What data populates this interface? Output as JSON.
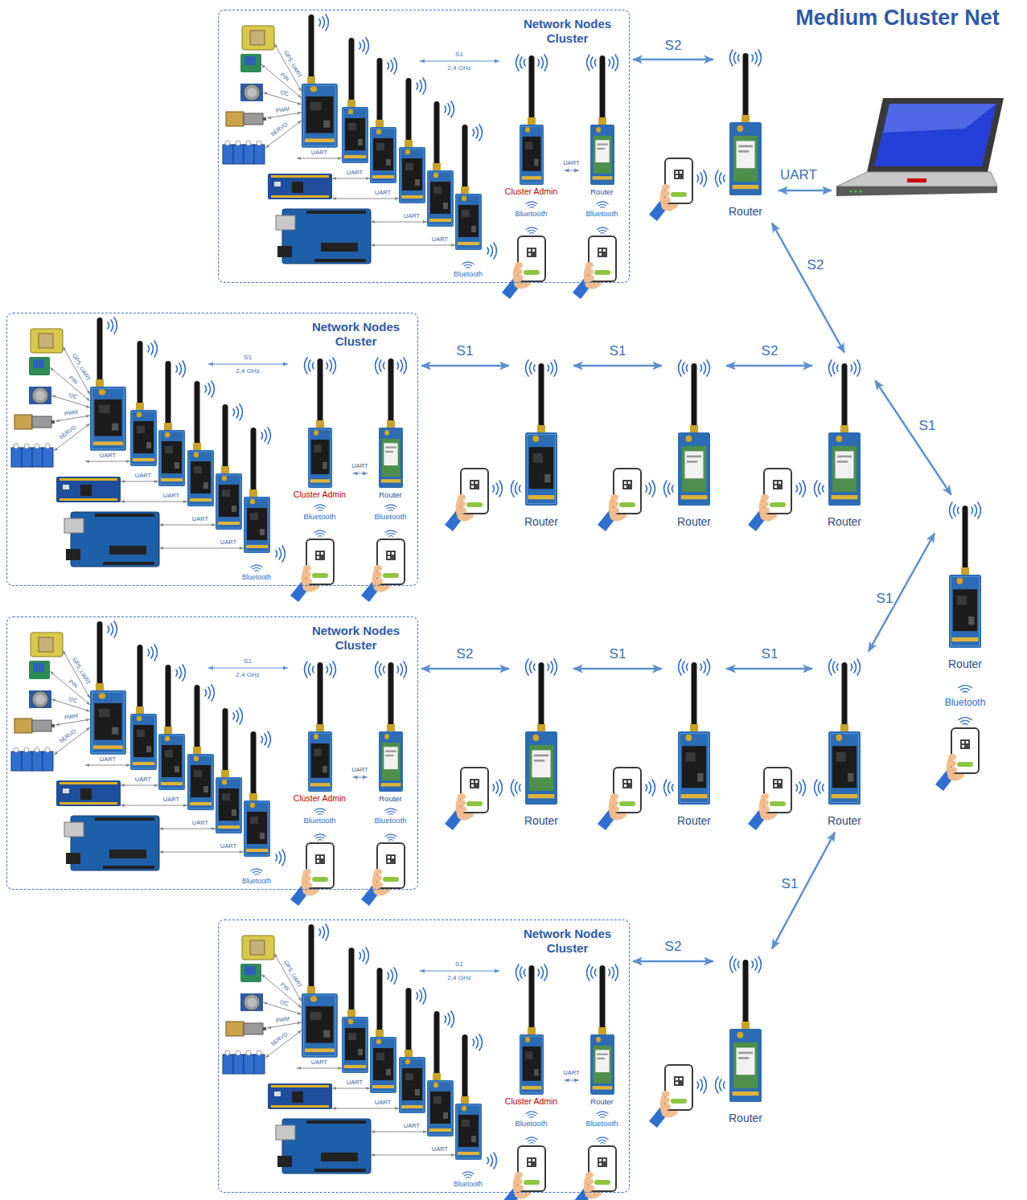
{
  "diagram": {
    "title": "Medium Cluster Net",
    "nodes": [
      {
        "text": [
          "Network Nodes Cluster"
        ]
      },
      {
        "text": [
          "Cluster Admin",
          "Bluetooth"
        ],
        "in": 0
      },
      {
        "text": [
          "Router",
          "Bluetooth"
        ],
        "in": 0
      },
      {
        "text": [
          "Router"
        ]
      },
      {
        "text": [
          "Network Nodes Cluster"
        ]
      },
      {
        "text": [
          "Cluster Admin",
          "Bluetooth"
        ],
        "in": 4
      },
      {
        "text": [
          "Router",
          "Bluetooth"
        ],
        "in": 4
      },
      {
        "text": [
          "Router"
        ]
      },
      {
        "text": [
          "Router"
        ]
      },
      {
        "text": [
          "Router"
        ]
      },
      {
        "text": [
          "Router",
          "Bluetooth"
        ]
      },
      {
        "text": [
          "Network Nodes Cluster"
        ]
      },
      {
        "text": [
          "Cluster Admin",
          "Bluetooth"
        ],
        "in": 11
      },
      {
        "text": [
          "Router",
          "Bluetooth"
        ],
        "in": 11
      },
      {
        "text": [
          "Router"
        ]
      },
      {
        "text": [
          "Router"
        ]
      },
      {
        "text": [
          "Router"
        ]
      },
      {
        "text": [
          "Network Nodes Cluster"
        ]
      },
      {
        "text": [
          "Cluster Admin",
          "Bluetooth"
        ],
        "in": 17
      },
      {
        "text": [
          "Router",
          "Bluetooth"
        ],
        "in": 17
      },
      {
        "text": [
          "Router"
        ]
      }
    ],
    "edges": [
      {
        "from": 0,
        "to": 3,
        "label": "S2",
        "arrow": "both"
      },
      {
        "from": 1,
        "to": 2,
        "label": "UART",
        "arrow": "both"
      },
      {
        "from": 3,
        "to": 9,
        "label": "S2",
        "arrow": "both"
      },
      {
        "from": 4,
        "to": 7,
        "label": "S1",
        "arrow": "both"
      },
      {
        "from": 5,
        "to": 6,
        "label": "UART",
        "arrow": "both"
      },
      {
        "from": 7,
        "to": 8,
        "label": "S1",
        "arrow": "both"
      },
      {
        "from": 8,
        "to": 9,
        "label": "S2",
        "arrow": "both"
      },
      {
        "from": 9,
        "to": 10,
        "label": "S1",
        "arrow": "both"
      },
      {
        "from": 10,
        "to": 16,
        "label": "S1",
        "arrow": "both"
      },
      {
        "from": 11,
        "to": 14,
        "label": "S2",
        "arrow": "both"
      },
      {
        "from": 12,
        "to": 13,
        "label": "UART",
        "arrow": "both"
      },
      {
        "from": 14,
        "to": 15,
        "label": "S1",
        "arrow": "both"
      },
      {
        "from": 15,
        "to": 16,
        "label": "S1",
        "arrow": "both"
      },
      {
        "from": 16,
        "to": 20,
        "label": "S1",
        "arrow": "both"
      },
      {
        "from": 17,
        "to": 20,
        "label": "S2",
        "arrow": "both"
      },
      {
        "from": 18,
        "to": 19,
        "label": "UART",
        "arrow": "both"
      }
    ],
    "labels": [
      "S1",
      "2,4 GHz",
      "GPS_UART",
      "PIN",
      "I2C",
      "PWM",
      "SERVO",
      "UART",
      "UART",
      "UART",
      "UART",
      "UART",
      "Bluetooth",
      "UART",
      "S1",
      "2,4 GHz",
      "GPS_UART",
      "PIN",
      "I2C",
      "PWM",
      "SERVO",
      "UART",
      "UART",
      "UART",
      "UART",
      "UART",
      "Bluetooth",
      "S1",
      "2,4 GHz",
      "GPS_UART",
      "PIN",
      "I2C",
      "PWM",
      "SERVO",
      "UART",
      "UART",
      "UART",
      "UART",
      "UART",
      "Bluetooth",
      "S1",
      "2,4 GHz",
      "GPS_UART",
      "PIN",
      "I2C",
      "PWM",
      "SERVO",
      "UART",
      "UART",
      "UART",
      "UART",
      "UART",
      "Bluetooth"
    ]
  }
}
